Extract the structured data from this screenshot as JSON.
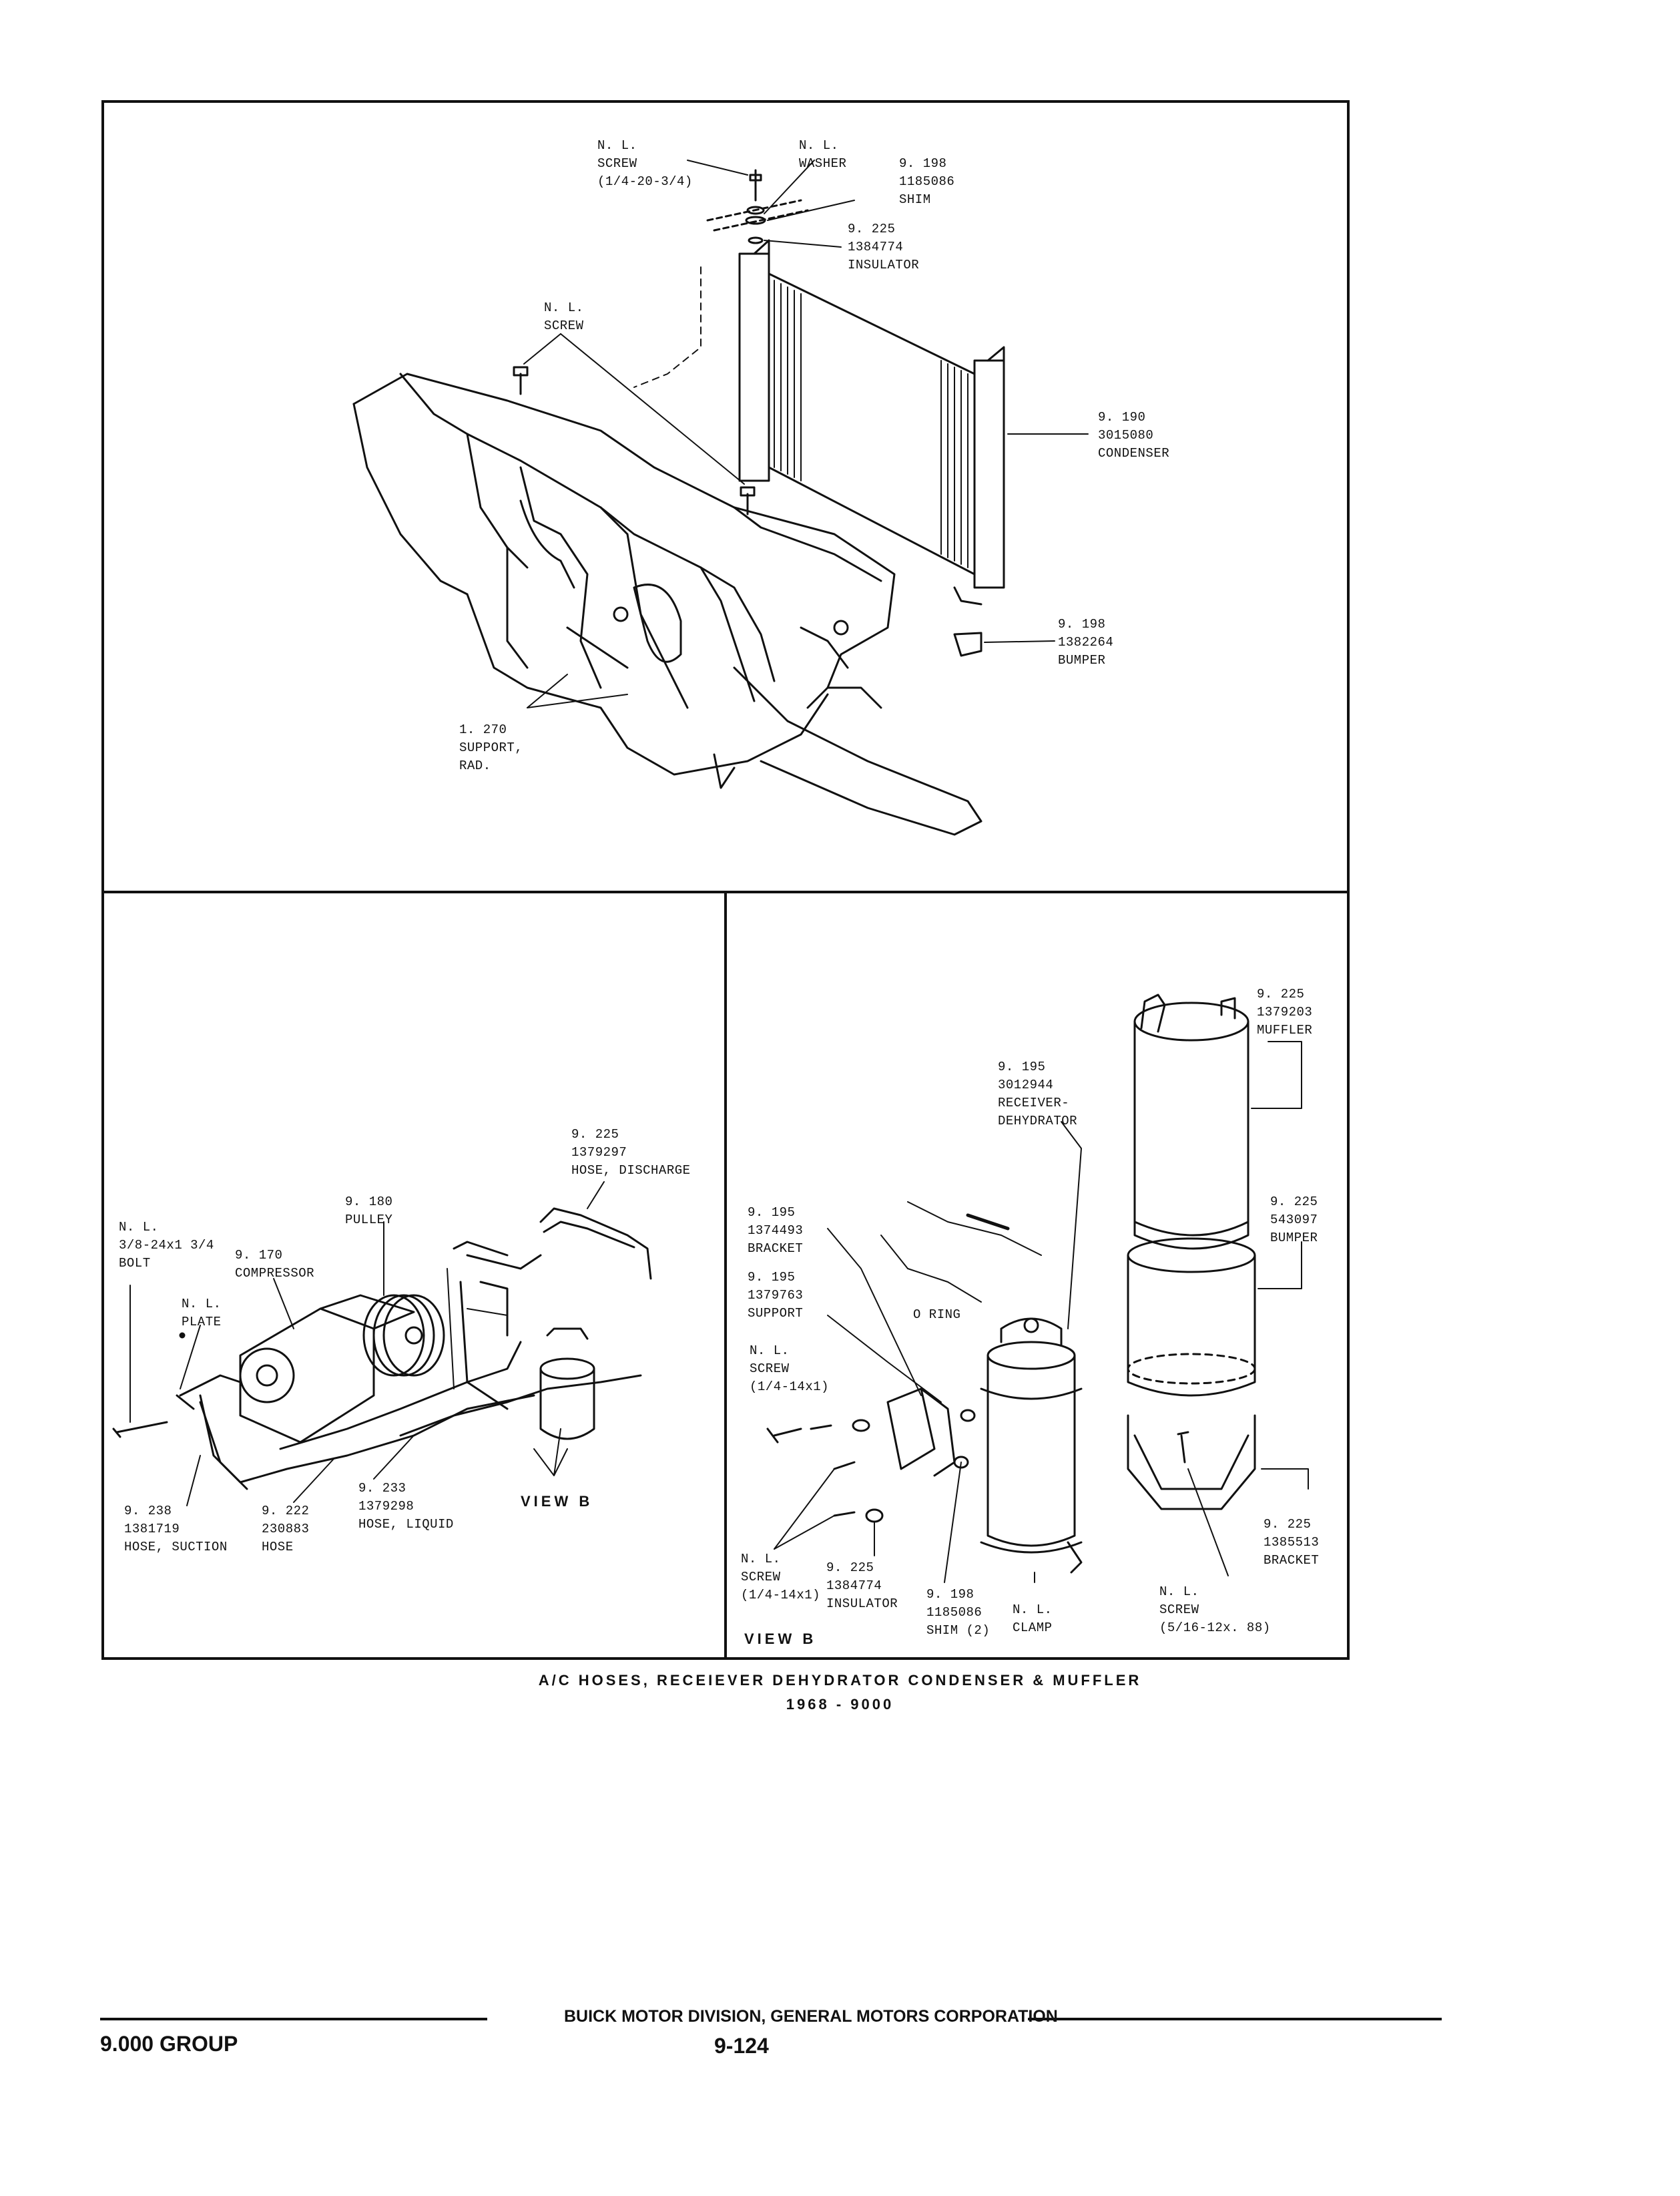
{
  "top_panel": {
    "callouts": {
      "screw_top": "N. L.\nSCREW\n(1/4-20-3/4)",
      "washer": "N. L.\nWASHER",
      "shim": "9. 198\n1185086\nSHIM",
      "insulator": "9. 225\n1384774\nINSULATOR",
      "screw_mid": "N. L.\nSCREW",
      "condenser": "9. 190\n3015080\nCONDENSER",
      "bumper": "9. 198\n1382264\nBUMPER",
      "support_rad": "1. 270\nSUPPORT,\nRAD."
    }
  },
  "left_panel": {
    "callouts": {
      "hose_discharge": "9. 225\n1379297\nHOSE, DISCHARGE",
      "pulley": "9. 180\nPULLEY",
      "bolt": "N. L.\n3/8-24x1 3/4\nBOLT",
      "compressor": "9. 170\nCOMPRESSOR",
      "plate": "N. L.\nPLATE",
      "hose_liquid": "9. 233\n1379298\nHOSE, LIQUID",
      "hose_suction": "9. 238\n1381719\nHOSE, SUCTION",
      "hose": "9. 222\n230883\nHOSE"
    },
    "view_label": "VIEW B"
  },
  "right_panel": {
    "callouts": {
      "muffler": "9. 225\n1379203\nMUFFLER",
      "receiver": "9. 195\n3012944\nRECEIVER-\nDEHYDRATOR",
      "bracket": "9. 195\n1374493\nBRACKET",
      "support": "9. 195\n1379763\nSUPPORT",
      "o_ring": "O RING",
      "screw_upper": "N. L.\nSCREW\n(1/4-14x1)",
      "bumper": "9. 225\n543097\nBUMPER",
      "bracket_muffler": "9. 225\n1385513\nBRACKET",
      "screw_lower": "N. L.\nSCREW\n(1/4-14x1)",
      "insulator": "9. 225\n1384774\nINSULATOR",
      "shim": "9. 198\n1185086\nSHIM (2)",
      "clamp": "N. L.\nCLAMP",
      "screw_muffler": "N. L.\nSCREW\n(5/16-12x. 88)"
    },
    "view_label": "VIEW B"
  },
  "caption": {
    "title": "A/C HOSES, RECEIEVER DEHYDRATOR CONDENSER & MUFFLER",
    "subtitle": "1968 - 9000"
  },
  "footer": {
    "division": "BUICK MOTOR DIVISION, GENERAL MOTORS CORPORATION",
    "group": "9.000 GROUP",
    "page_number": "9-124"
  }
}
